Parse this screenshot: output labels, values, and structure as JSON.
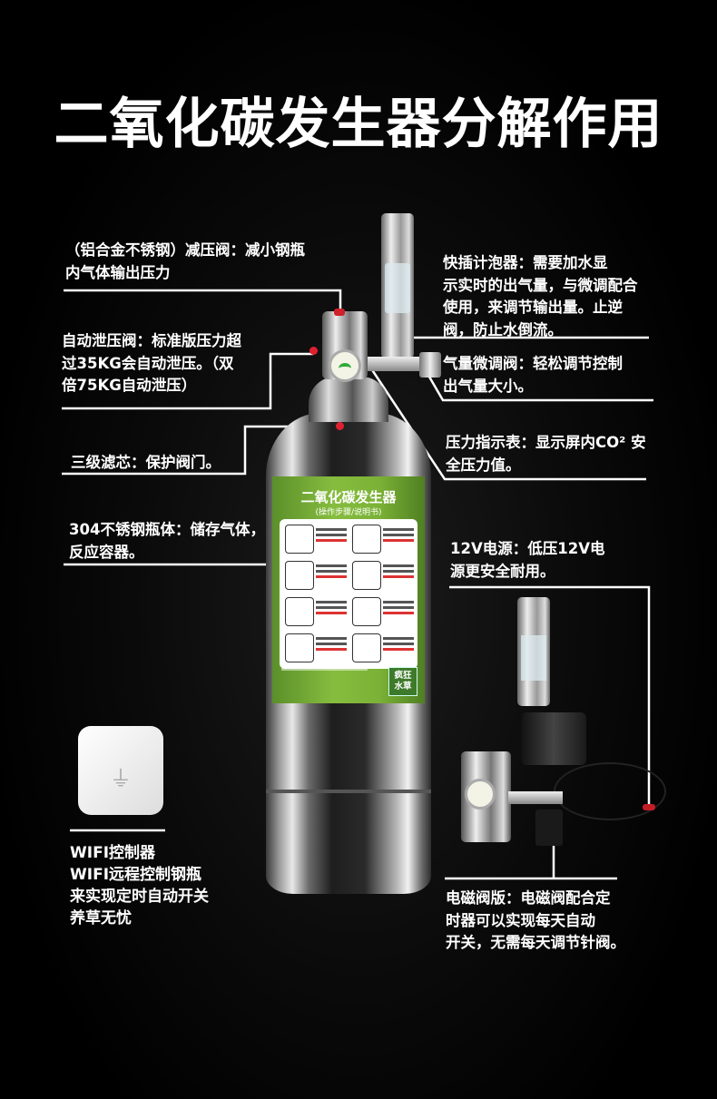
{
  "title": "二氧化碳发生器分解作用",
  "callouts": {
    "regulator": [
      "（铝合金不锈钢）减压阀：减小钢瓶",
      "内气体输出压力"
    ],
    "relief_valve": [
      "自动泄压阀：标准版压力超",
      "过35KG会自动泄压。（双",
      "倍75KG自动泄压）"
    ],
    "filter": [
      "三级滤芯：保护阀门。"
    ],
    "body": [
      "304不锈钢瓶体：储存气体，",
      "反应容器。"
    ],
    "bubble_counter": [
      "快插计泡器：需要加水显",
      "示实时的出气量，与微调配合",
      "使用，来调节输出量。止逆",
      "阀，防止水倒流。"
    ],
    "needle_valve": [
      "气量微调阀：轻松调节控制",
      "出气量大小。"
    ],
    "pressure_gauge": [
      "压力指示表：显示屏内CO² 安",
      "全压力值。"
    ],
    "power": [
      "12V电源：低压12V电",
      "源更安全耐用。"
    ],
    "solenoid": [
      "电磁阀版：电磁阀配合定",
      "时器可以实现每天自动",
      "开关，无需每天调节针阀。"
    ],
    "wifi": [
      "WIFI控制器",
      "WIFI远程控制钢瓶",
      "来实现定时自动开关",
      "养草无忧"
    ]
  },
  "product_label": {
    "title": "二氧化碳发生器",
    "subtitle": "(操作步骤/说明书)",
    "brand": "疯狂水草"
  },
  "colors": {
    "background": "#000000",
    "text": "#ffffff",
    "label_green": "#7bb236",
    "marker_red": "#e02030"
  }
}
